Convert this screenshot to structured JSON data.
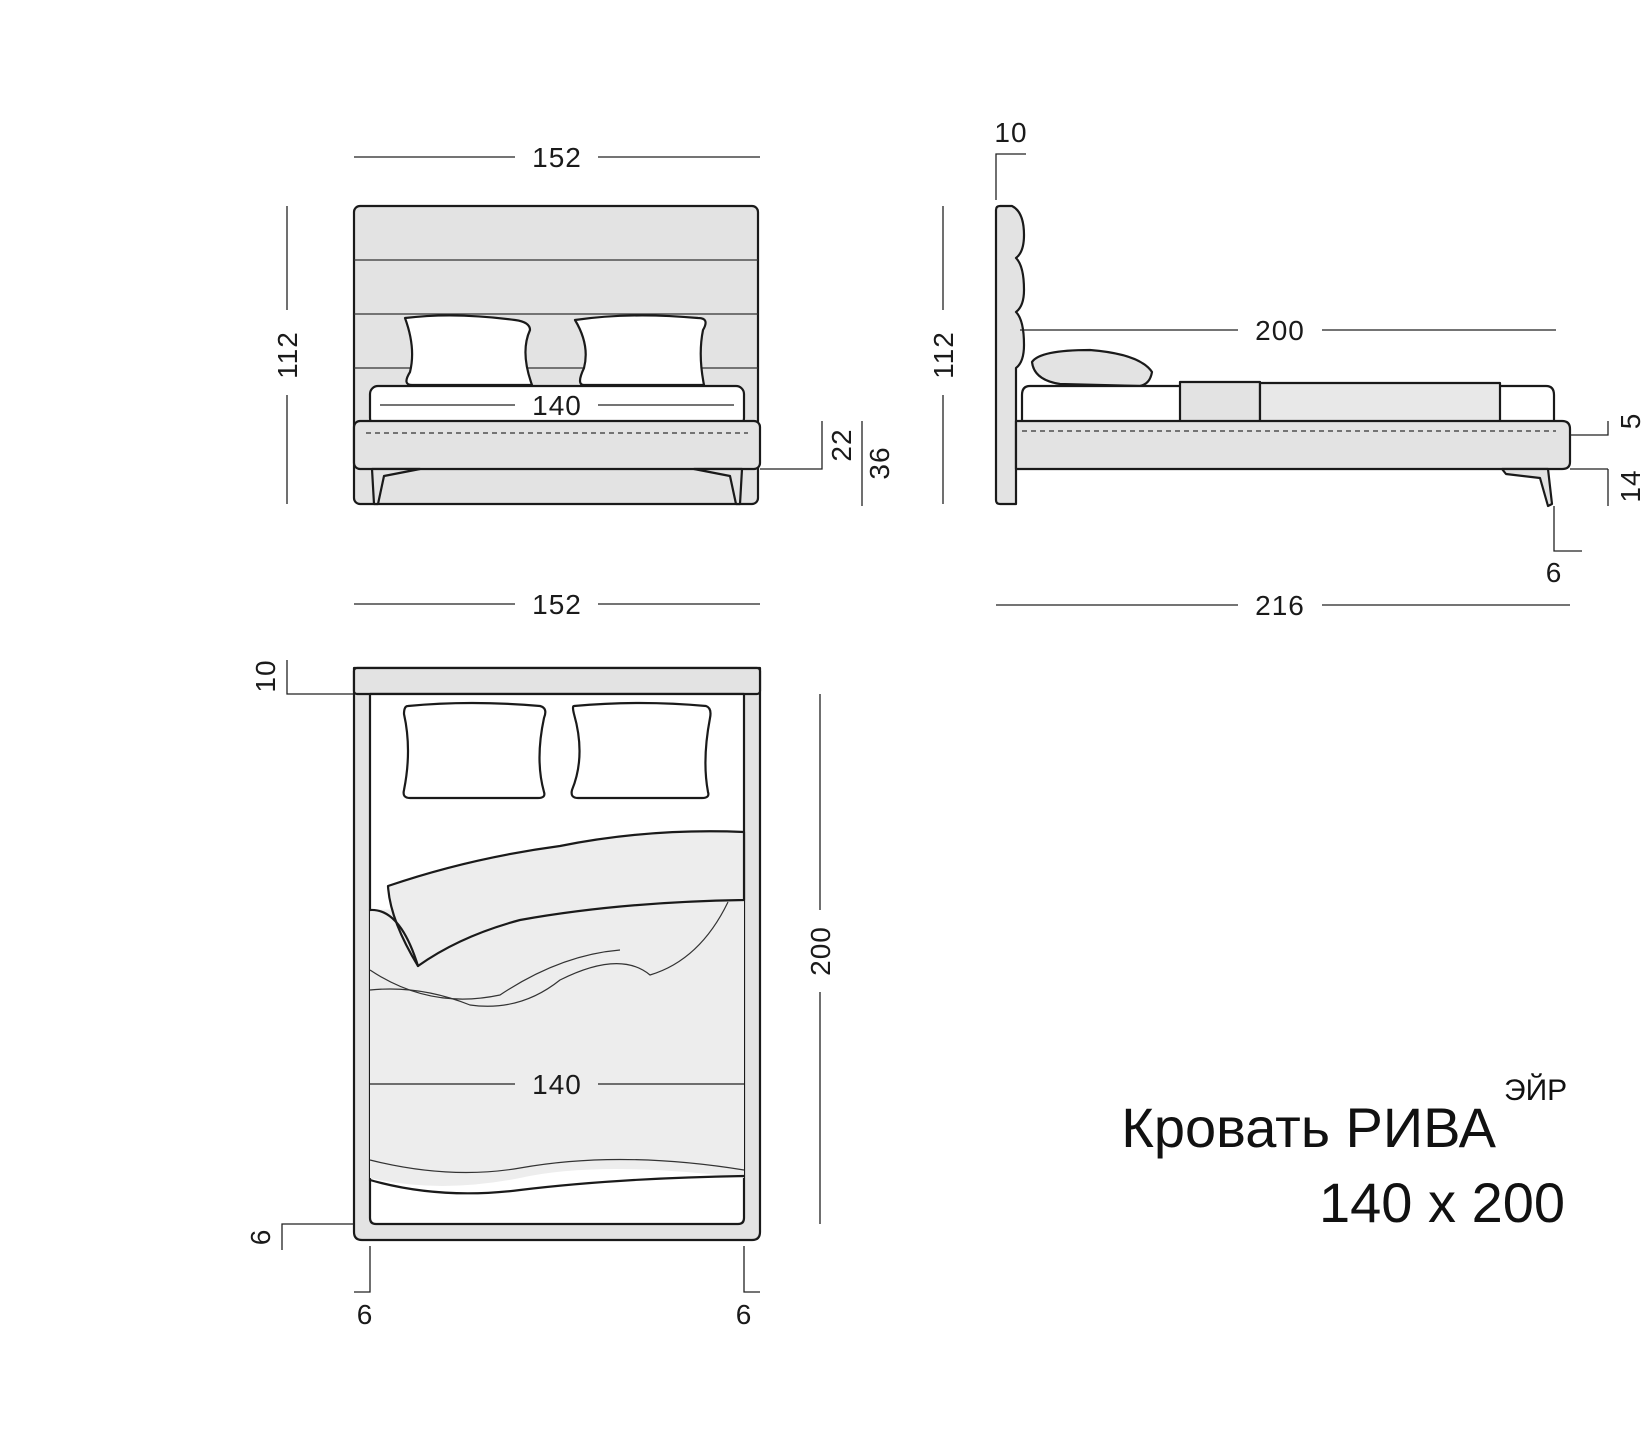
{
  "product": {
    "title": "Кровать РИВА",
    "superscript": "ЭЙР",
    "size": "140 x 200"
  },
  "front_view": {
    "width_overall": "152",
    "height_overall": "112",
    "mattress_width": "140",
    "frame_height": "22",
    "frame_leg_height": "36"
  },
  "side_view": {
    "headboard_thickness": "10",
    "height_overall": "112",
    "length_inner": "200",
    "mattress_offset": "5",
    "leg_height": "14",
    "leg_offset": "6",
    "length_overall": "216"
  },
  "top_view": {
    "width_overall": "152",
    "headboard_depth": "10",
    "length": "200",
    "inner_width": "140",
    "side_rail": "6",
    "left_rail": "6",
    "right_rail": "6"
  },
  "colors": {
    "frame_fill": "#e3e3e3",
    "mattress_fill": "#ffffff",
    "line": "#1a1a1a"
  }
}
